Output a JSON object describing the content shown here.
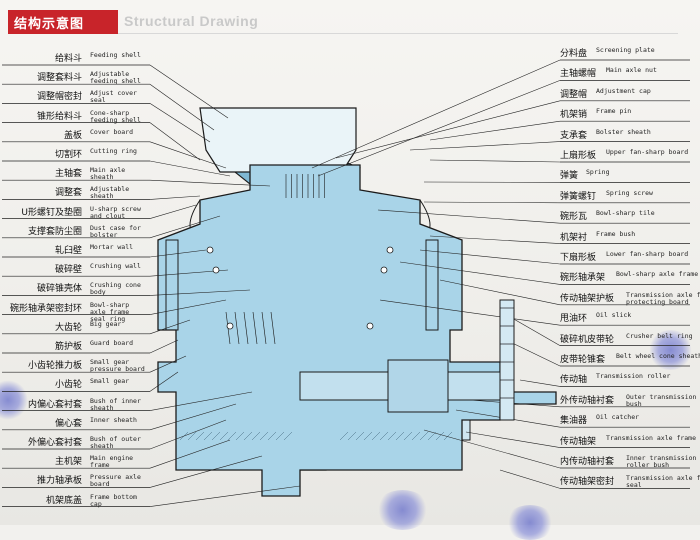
{
  "header": {
    "title_cn": "结构示意图",
    "title_en": "Structural Drawing"
  },
  "left_labels": [
    {
      "cn": "给料斗",
      "en": "Feeding shell"
    },
    {
      "cn": "调整套料斗",
      "en": "Adjustable feeding shell"
    },
    {
      "cn": "调整帽密封",
      "en": "Adjust cover seal"
    },
    {
      "cn": "锥形给料斗",
      "en": "Cone-sharp feeding shell"
    },
    {
      "cn": "盖板",
      "en": "Cover board"
    },
    {
      "cn": "切割环",
      "en": "Cutting ring"
    },
    {
      "cn": "主轴套",
      "en": "Main axle sheath"
    },
    {
      "cn": "调整套",
      "en": "Adjustable sheath"
    },
    {
      "cn": "U形螺钉及垫圈",
      "en": "U-sharp screw and clout"
    },
    {
      "cn": "支撑套防尘圈",
      "en": "Dust case for bolster"
    },
    {
      "cn": "轧臼壁",
      "en": "Mortar wall"
    },
    {
      "cn": "破碎壁",
      "en": "Crushing wall"
    },
    {
      "cn": "破碎锥壳体",
      "en": "Crushing cone body"
    },
    {
      "cn": "碗形轴承架密封环",
      "en": "Bowl-sharp axle frame seal ring"
    },
    {
      "cn": "大齿轮",
      "en": "Big gear"
    },
    {
      "cn": "筋护板",
      "en": "Guard board"
    },
    {
      "cn": "小齿轮推力板",
      "en": "Small gear pressure board"
    },
    {
      "cn": "小齿轮",
      "en": "Small gear"
    },
    {
      "cn": "内偏心套衬套",
      "en": "Bush of inner sheath"
    },
    {
      "cn": "偏心套",
      "en": "Inner sheath"
    },
    {
      "cn": "外偏心套衬套",
      "en": "Bush of outer sheath"
    },
    {
      "cn": "主机架",
      "en": "Main engine frame"
    },
    {
      "cn": "推力轴承板",
      "en": "Pressure axle board"
    },
    {
      "cn": "机架底盖",
      "en": "Frame bottom cap"
    }
  ],
  "right_labels": [
    {
      "cn": "分料盘",
      "en": "Screening plate"
    },
    {
      "cn": "主轴螺帽",
      "en": "Main axle nut"
    },
    {
      "cn": "调整帽",
      "en": "Adjustment cap"
    },
    {
      "cn": "机架销",
      "en": "Frame pin"
    },
    {
      "cn": "支承套",
      "en": "Bolster sheath"
    },
    {
      "cn": "上扇形板",
      "en": "Upper fan-sharp board"
    },
    {
      "cn": "弹簧",
      "en": "Spring"
    },
    {
      "cn": "弹簧螺钉",
      "en": "Spring screw"
    },
    {
      "cn": "碗形瓦",
      "en": "Bowl-sharp tile"
    },
    {
      "cn": "机架衬",
      "en": "Frame bush"
    },
    {
      "cn": "下扇形板",
      "en": "Lower fan-sharp board"
    },
    {
      "cn": "碗形轴承架",
      "en": "Bowl-sharp axle frame"
    },
    {
      "cn": "传动轴架护板",
      "en": "Transmission axle frame protecting board"
    },
    {
      "cn": "甩油环",
      "en": "Oil slick"
    },
    {
      "cn": "破碎机皮带轮",
      "en": "Crusher belt ring"
    },
    {
      "cn": "皮带轮锥套",
      "en": "Belt wheel cone sheath"
    },
    {
      "cn": "传动轴",
      "en": "Transmission roller"
    },
    {
      "cn": "外传动轴衬套",
      "en": "Outer transmission roller bush"
    },
    {
      "cn": "集油器",
      "en": "Oil catcher"
    },
    {
      "cn": "传动轴架",
      "en": "Transmission axle frame"
    },
    {
      "cn": "内传动轴衬套",
      "en": "Inner transmission axle roller bush"
    },
    {
      "cn": "传动轴架密封",
      "en": "Transmission axle frame seal"
    }
  ],
  "colors": {
    "accent": "#c8242a",
    "fill_light": "#a9d4e8",
    "fill_mid": "#7fb8d4",
    "line": "#1b1b1b"
  }
}
